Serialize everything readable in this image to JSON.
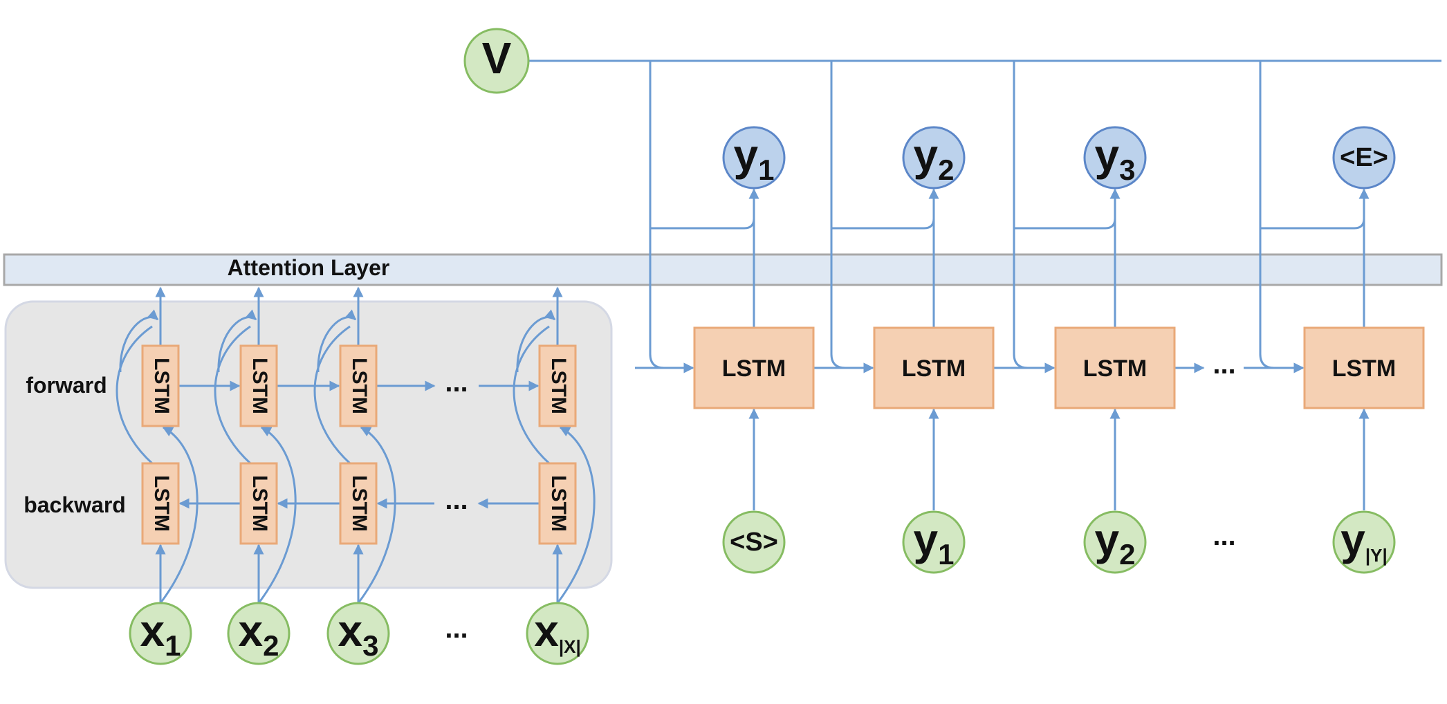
{
  "attention_layer": {
    "label": "Attention Layer"
  },
  "encoder": {
    "forward_label": "forward",
    "backward_label": "backward",
    "cell_label": "LSTM",
    "ellipsis": "...",
    "inputs": [
      {
        "main": "x",
        "sub": "1"
      },
      {
        "main": "x",
        "sub": "2"
      },
      {
        "main": "x",
        "sub": "3"
      },
      {
        "main": "x",
        "sub": "|X|"
      }
    ]
  },
  "decoder": {
    "cell_label": "LSTM",
    "ellipsis": "...",
    "v_label": "V",
    "outputs": [
      {
        "main": "y",
        "sub": "1"
      },
      {
        "main": "y",
        "sub": "2"
      },
      {
        "main": "y",
        "sub": "3"
      },
      {
        "main": "<E>",
        "sub": ""
      }
    ],
    "inputs": [
      {
        "main": "<S>",
        "sub": ""
      },
      {
        "main": "y",
        "sub": "1"
      },
      {
        "main": "y",
        "sub": "2"
      },
      {
        "main": "y",
        "sub": "|Y|"
      }
    ]
  },
  "colors": {
    "line": "#6b9bd2",
    "lstm_fill": "#f5d0b3",
    "lstm_stroke": "#e9a978",
    "input_fill": "#d3e8c3",
    "input_stroke": "#86bc62",
    "output_fill": "#bcd2ec",
    "output_stroke": "#5b86c8",
    "attention_fill": "#dfe8f3",
    "attention_stroke": "#a8a8a8",
    "encoder_bg": "#e6e6e6"
  }
}
